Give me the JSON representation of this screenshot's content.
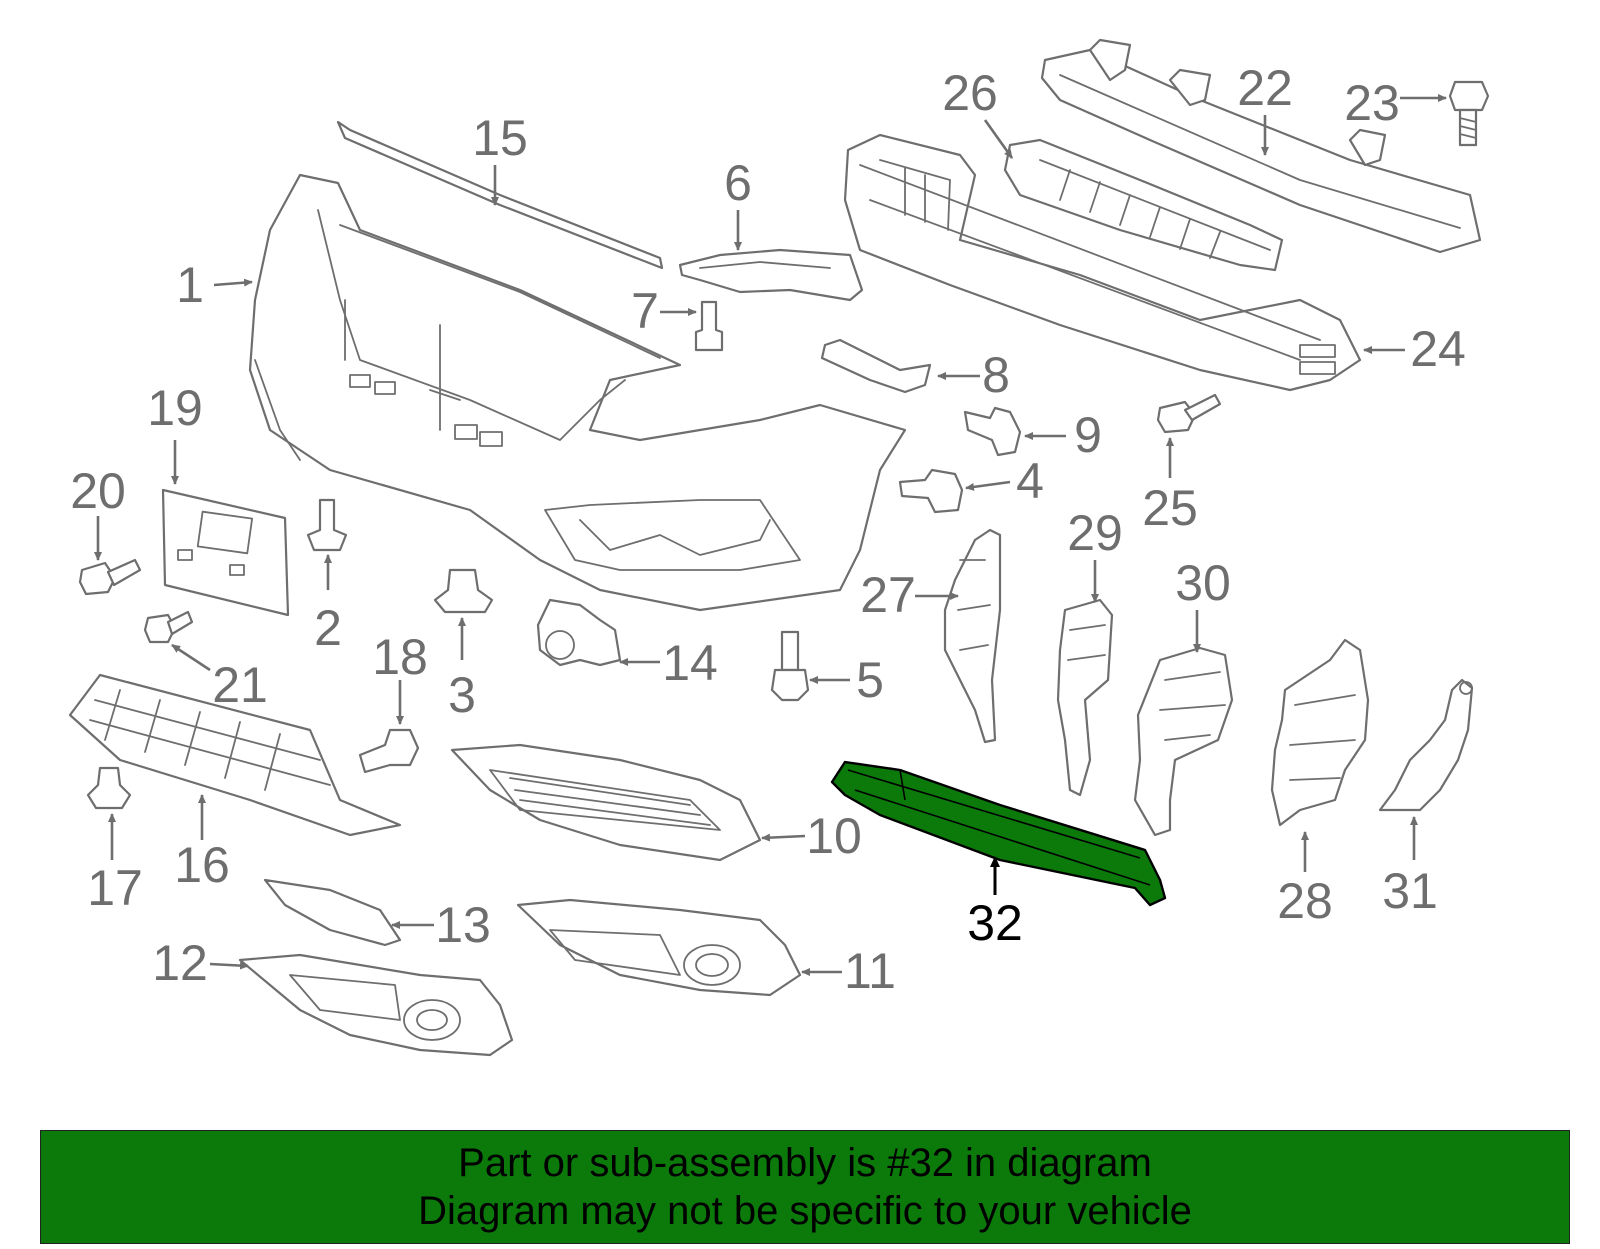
{
  "labels": {
    "p1": "1",
    "p2": "2",
    "p3": "3",
    "p4": "4",
    "p5": "5",
    "p6": "6",
    "p7": "7",
    "p8": "8",
    "p9": "9",
    "p10": "10",
    "p11": "11",
    "p12": "12",
    "p13": "13",
    "p14": "14",
    "p15": "15",
    "p16": "16",
    "p17": "17",
    "p18": "18",
    "p19": "19",
    "p20": "20",
    "p21": "21",
    "p22": "22",
    "p23": "23",
    "p24": "24",
    "p25": "25",
    "p26": "26",
    "p27": "27",
    "p28": "28",
    "p29": "29",
    "p30": "30",
    "p31": "31",
    "p32": "32"
  },
  "highlighted_part": "32",
  "colors": {
    "highlight": "#0b7a0b",
    "line": "#6e6e6e",
    "banner_bg": "#0b7a0b",
    "banner_text": "#000000"
  },
  "banner": {
    "line1": "Part or sub-assembly is #32 in diagram",
    "line2": "Diagram may not be specific to your vehicle"
  }
}
